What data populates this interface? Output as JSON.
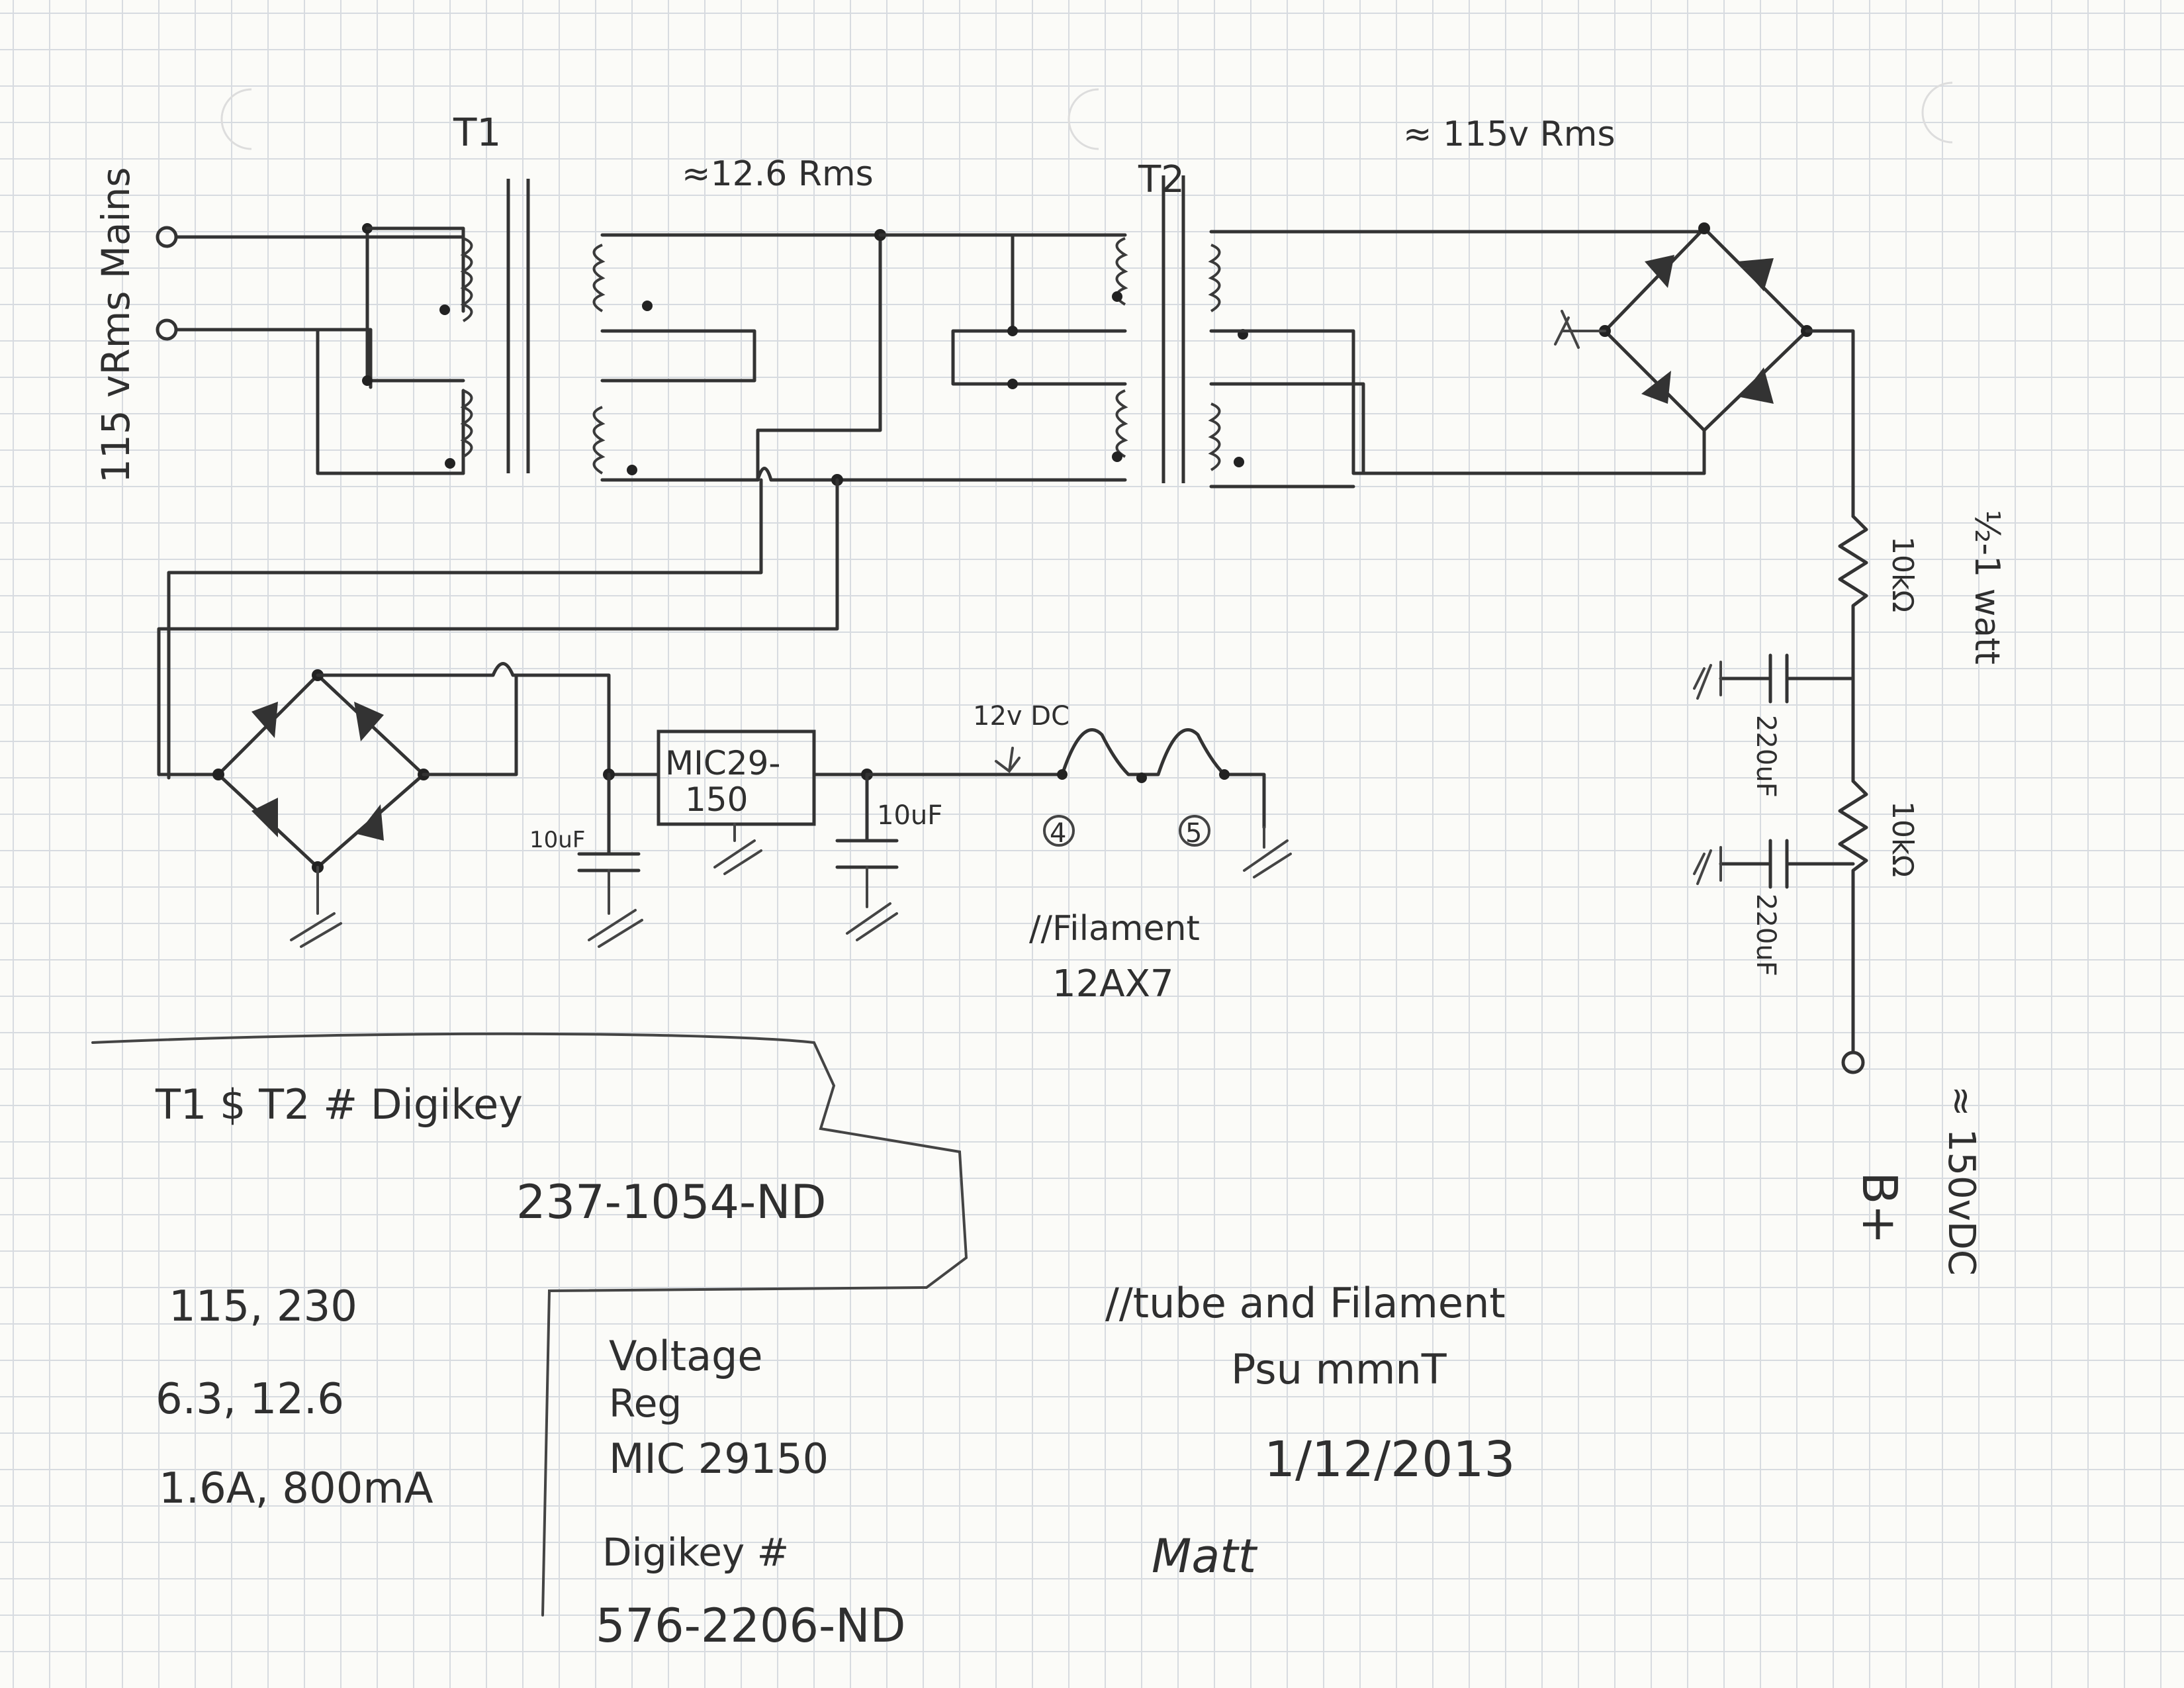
{
  "schematic": {
    "mains_label": "115 vRms Mains",
    "t1_label": "T1",
    "t2_label": "T2",
    "secondary_label": "≈12.6 Rms",
    "t2_secondary_label": "≈ 115v Rms",
    "regulator_label_line1": "MIC29-",
    "regulator_label_line2": "150",
    "dc_out_label": "12v DC",
    "cap_in_label": "10uF",
    "cap_out_label": "10uF",
    "pin4_label": "4",
    "pin5_label": "5",
    "filament_label_line1": "//Filament",
    "filament_label_line2": "12AX7",
    "wattage_label": "½-1 watt",
    "r1_label": "10kΩ",
    "r2_label": "10kΩ",
    "c1_label": "220uF",
    "c2_label": "220uF",
    "bplus_label": "B+",
    "bplus_voltage_label": "≈ 150vDC"
  },
  "notes": {
    "transformer_title": "T1 $ T2   #   Digikey",
    "transformer_part": "237-1054-ND",
    "spec_line1": "115, 230",
    "spec_line2": "6.3, 12.6",
    "spec_line3": "1.6A, 800mA",
    "reg_line1": "Voltage",
    "reg_line2": "Reg",
    "reg_line3": "MIC 29150",
    "reg_line4": "Digikey #",
    "reg_part": "576-2206-ND",
    "title_line1": "//tube and Filament",
    "title_line2": "Psu mmnT",
    "date": "1/12/2013",
    "signature": "Matt"
  },
  "colors": {
    "paper": "#fbfbf8",
    "grid": "#d7dbe0",
    "pencil": "#333333"
  }
}
